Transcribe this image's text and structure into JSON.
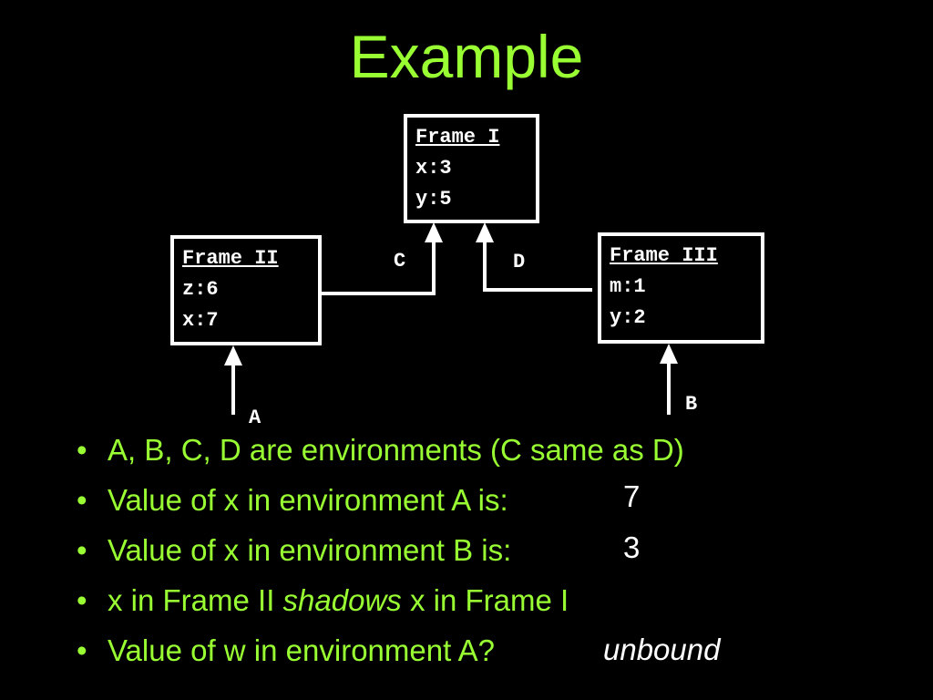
{
  "slide": {
    "title": "Example"
  },
  "frames": {
    "frame1": {
      "name": "Frame I",
      "lines": [
        "x:3",
        "y:5"
      ]
    },
    "frame2": {
      "name": "Frame II",
      "lines": [
        "z:6",
        "x:7"
      ]
    },
    "frame3": {
      "name": "Frame III",
      "lines": [
        "m:1",
        "y:2"
      ]
    }
  },
  "arrow_labels": {
    "a": "A",
    "b": "B",
    "c": "C",
    "d": "D"
  },
  "bullets": {
    "b1": "A, B, C, D are environments (C same as D)",
    "b2": "Value of x in environment A is:",
    "b3": "Value of x in environment B is:",
    "b4_pre": "x in Frame II ",
    "b4_em": "shadows",
    "b4_post": " x in Frame I",
    "b5": "Value of w in environment A?"
  },
  "answers": {
    "a2": "7",
    "a3": "3",
    "a5": "unbound"
  },
  "colors": {
    "text_green": "#99ff33",
    "background": "#000000",
    "lines": "#ffffff"
  }
}
